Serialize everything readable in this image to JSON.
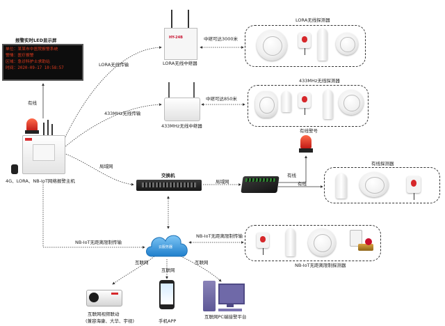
{
  "led_display": {
    "title": "报警实时LED显示屏",
    "lines": [
      "单位：某某市中医院报警系统",
      "警情：医疗报警",
      "区域：急诊科护士求助站",
      "时间：2020-09-17 10:58:57"
    ]
  },
  "main_host": {
    "label": "4G、LORA、NB-IoT网络报警主机",
    "link_up_label": "有线"
  },
  "lora_repeater": {
    "label": "LORA无线中继器",
    "device_text": "HY-24B",
    "link_label": "LORA无线传输",
    "range_label": "中继可达3000米"
  },
  "lora_detectors": {
    "title": "LORA无线探测器"
  },
  "repeater_433": {
    "label": "433MHz无线中继器",
    "link_label": "433MHz无线传输",
    "range_label": "中继可达850米"
  },
  "detectors_433": {
    "title": "433MHz无线探测器"
  },
  "switch": {
    "label": "交换机",
    "link_from_host": "局域网",
    "link_to_io": "局域网"
  },
  "wired_alarm": {
    "label": "有线警号",
    "link_label": "有线"
  },
  "wired_detectors": {
    "title": "有线探测器",
    "link_label": "有线"
  },
  "cloud": {
    "label": "云服务器",
    "link_from_host": "NB-IoT无距离限制传输",
    "link_to_detectors": "NB-IoT无距离限制传输"
  },
  "nb_detectors": {
    "title": "NB-IoT无距离限制探测器"
  },
  "camera": {
    "label_line1": "互联网视频联动",
    "label_line2": "(兼容海康、大华、宇视)",
    "link_label": "互联网"
  },
  "phone": {
    "label": "手机APP",
    "link_label": "互联网"
  },
  "pc": {
    "label": "互联网PC端接警平台",
    "link_label": "互联网"
  },
  "colors": {
    "line": "#333333",
    "accent_red": "#d6282b",
    "cloud_blue": "#2a8fd8"
  }
}
